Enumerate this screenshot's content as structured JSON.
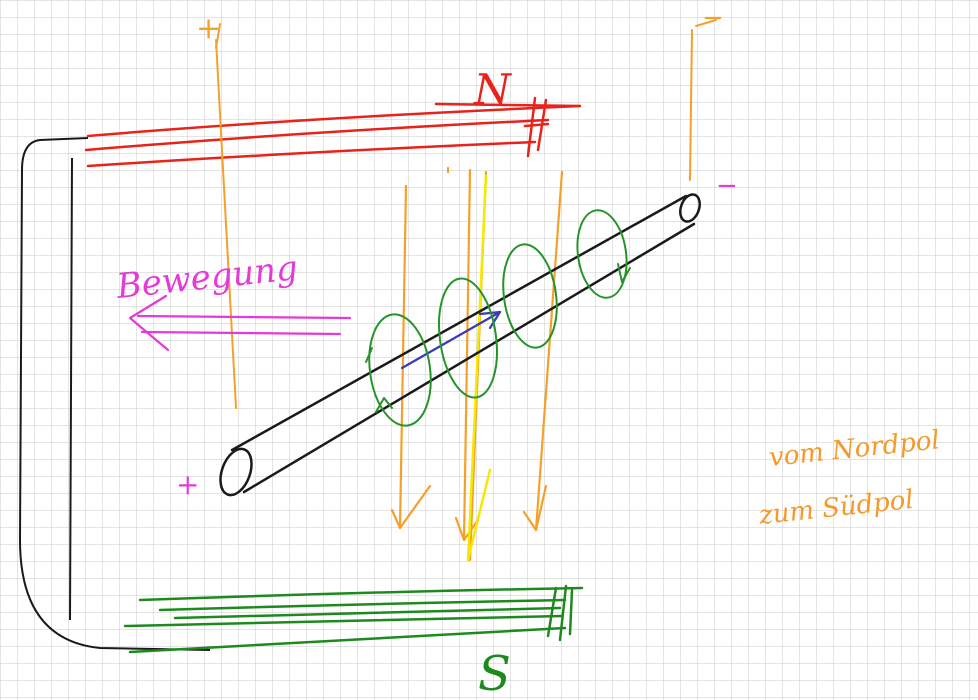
{
  "labels": {
    "top_left_plus": "+",
    "top_right_minus": "−",
    "north": "N",
    "south": "S",
    "motion": "Bewegung",
    "left_end_plus": "+",
    "right_end_minus": "−",
    "note_line1": "vom Nordpol",
    "note_line2": "zum Südpol"
  },
  "colors": {
    "grid": "#c9c9c9",
    "north_pole": "#e8231c",
    "south_pole": "#1e8a1e",
    "field_lines": "#f5a02a",
    "field_highlight": "#f6e800",
    "rod": "#1a1a1a",
    "motion_arrow": "#e43ad8",
    "current_arrow": "#3a3ab8",
    "induced_field": "#27932a",
    "note_text": "#f59a2a"
  }
}
